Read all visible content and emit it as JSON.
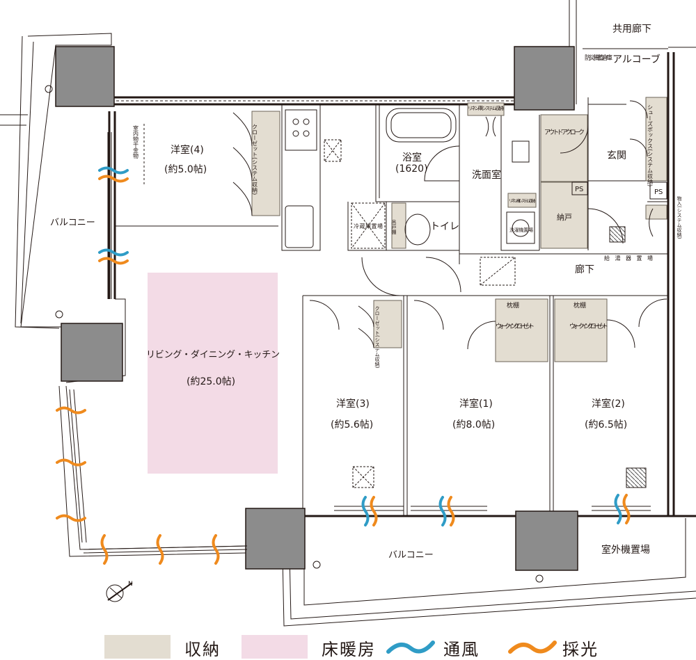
{
  "rooms": {
    "corridor_common": "共用廊下",
    "alcove": "アルコーブ",
    "disaster_storage": "防災備蓄倉庫",
    "western4": {
      "name": "洋室(4)",
      "size": "(約5.0帖)"
    },
    "hanger": "室内物干金物",
    "closet_sys": "クローゼット(システム収納)",
    "balcony_west": "バルコニー",
    "bath": {
      "name": "浴室",
      "size": "(1620)"
    },
    "linen_top": "リネン庫(システム収納)",
    "outdoor_cloak": "アウトドアクローク",
    "shoe_box": "シューズボックス(システム収納)",
    "entrance": "玄関",
    "washroom": "洗面室",
    "ps1": "PS",
    "ps2": "PS",
    "linen_mid": "リネン庫(システム収納)",
    "pantry": "納戸",
    "fridge": "冷蔵庫置場",
    "shelf": "吊戸棚",
    "toilet": "トイレ",
    "washer": "洗濯機置場",
    "storage_sys": "物入(システム収納)",
    "water_heater": "給湯器置場",
    "hallway": "廊下",
    "ldk": {
      "name": "リビング・ダイニング・キッチン",
      "size": "(約25.0帖)"
    },
    "closet3": "クローゼット(システム収納)",
    "pillow1": "枕棚",
    "wic1": "ウォークインクローゼット",
    "pillow2": "枕棚",
    "wic2": "ウォークインクローゼット",
    "western3": {
      "name": "洋室(3)",
      "size": "(約5.6帖)"
    },
    "western1": {
      "name": "洋室(1)",
      "size": "(約8.0帖)"
    },
    "western2": {
      "name": "洋室(2)",
      "size": "(約6.5帖)"
    },
    "balcony_south": "バルコニー",
    "ac_unit": "室外機置場",
    "north": "N"
  },
  "legend": [
    {
      "label": "収納",
      "color": "#e3ddd1",
      "kind": "box"
    },
    {
      "label": "床暖房",
      "color": "#f3dbe6",
      "kind": "box"
    },
    {
      "label": "通風",
      "color": "#2f9cc6",
      "kind": "wave"
    },
    {
      "label": "採光",
      "color": "#ef8a1d",
      "kind": "wave"
    }
  ],
  "colors": {
    "storage": "#e3ddd1",
    "floor_heating": "#f3dbe6",
    "ventilation": "#2f9cc6",
    "daylight": "#ef8a1d",
    "pillar": "#8c8c8c"
  }
}
